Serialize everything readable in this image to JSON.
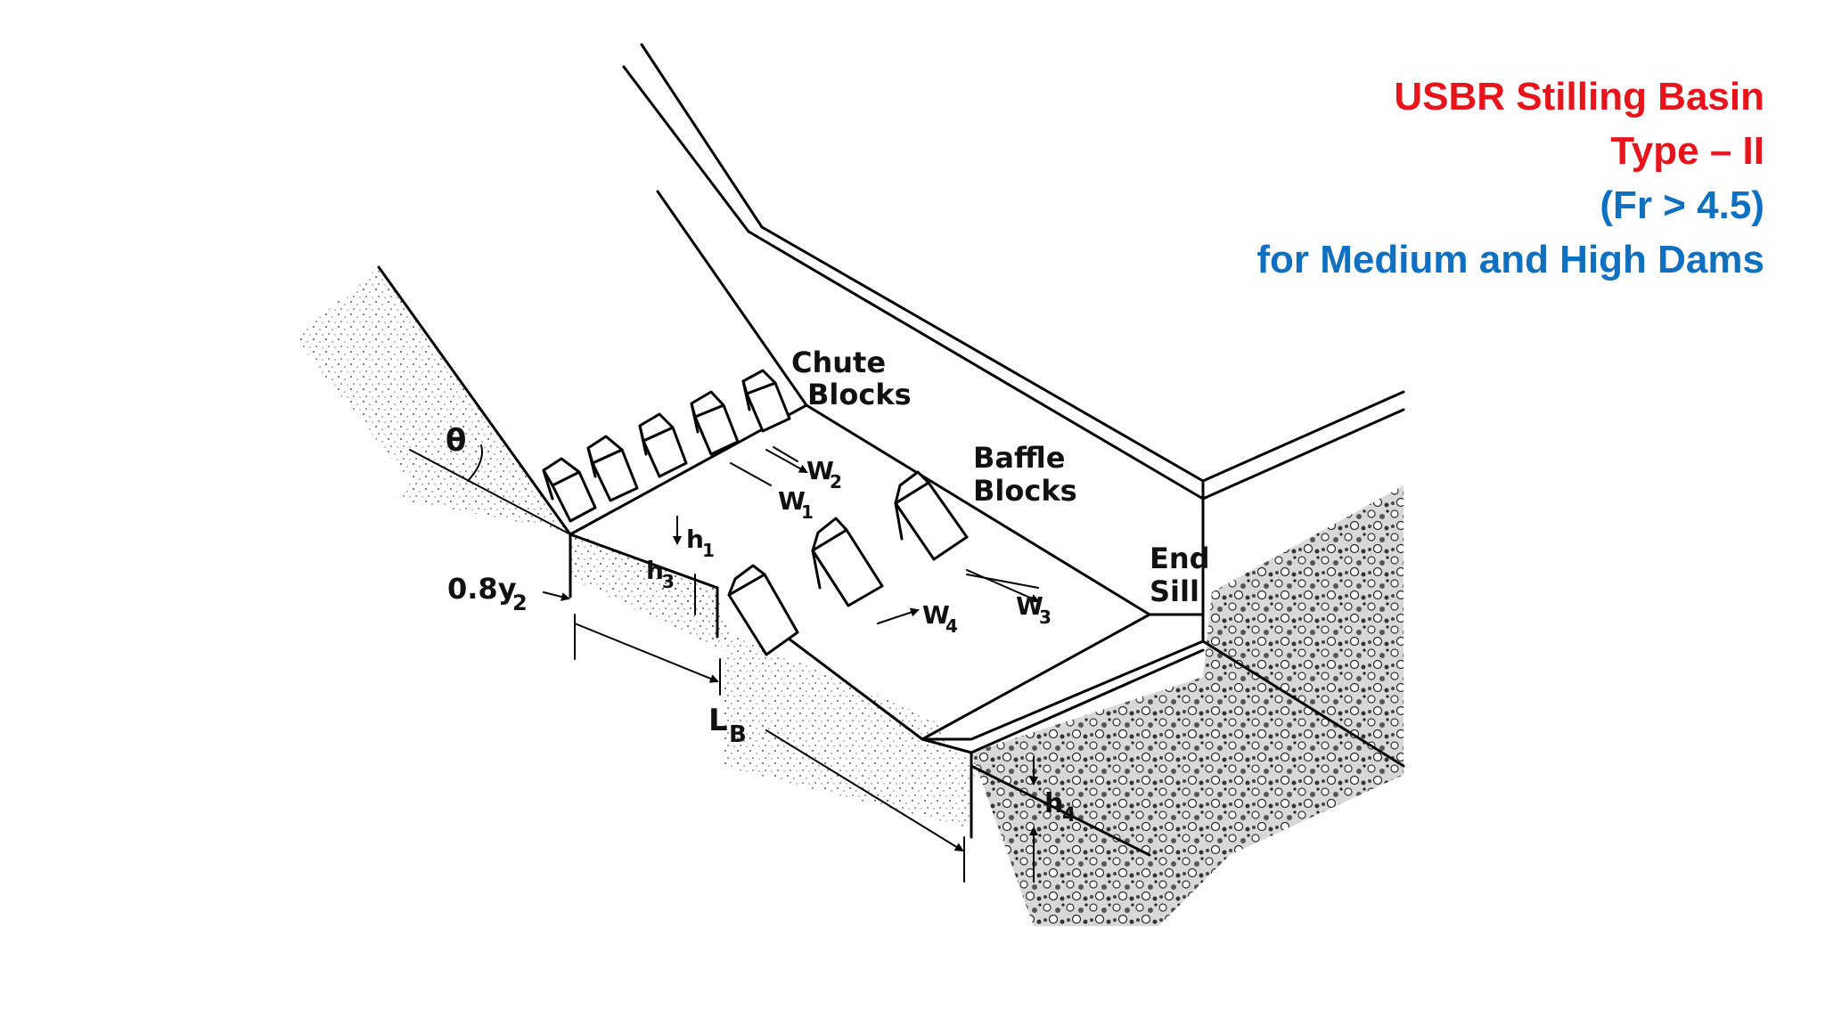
{
  "title": {
    "line1": "USBR Stilling Basin",
    "line2": "Type – II",
    "line3": "(Fr > 4.5)",
    "line4": "for Medium and High Dams"
  },
  "colors": {
    "title_red": "#e8141c",
    "title_blue": "#0f6fc0"
  },
  "diagram": {
    "labels": {
      "chute_blocks_1": "Chute",
      "chute_blocks_2": "Blocks",
      "baffle_blocks_1": "Baffle",
      "baffle_blocks_2": "Blocks",
      "end_sill_1": "End",
      "end_sill_2": "Sill",
      "theta": "θ",
      "w1": "W",
      "w1_sub": "1",
      "w2": "W",
      "w2_sub": "2",
      "w3": "W",
      "w3_sub": "3",
      "w4": "W",
      "w4_sub": "4",
      "h1": "h",
      "h1_sub": "1",
      "h3": "h",
      "h3_sub": "3",
      "h4": "h",
      "h4_sub": "4",
      "y2": "0.8y",
      "y2_sub": "2",
      "lb": "L",
      "lb_sub": "B"
    }
  }
}
